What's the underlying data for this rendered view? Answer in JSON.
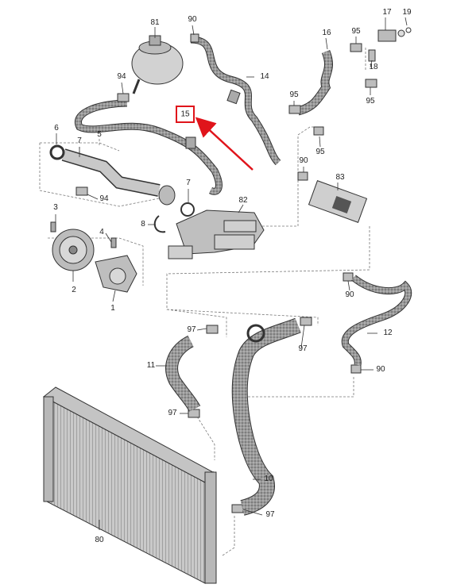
{
  "diagram": {
    "highlight_color": "#e0141b",
    "highlighted_part": "15",
    "parts": [
      {
        "id": "p81",
        "label": "81"
      },
      {
        "id": "p90a",
        "label": "90"
      },
      {
        "id": "p17",
        "label": "17"
      },
      {
        "id": "p19",
        "label": "19"
      },
      {
        "id": "p16",
        "label": "16"
      },
      {
        "id": "p95a",
        "label": "95"
      },
      {
        "id": "p18",
        "label": "18"
      },
      {
        "id": "p95b",
        "label": "95"
      },
      {
        "id": "p94a",
        "label": "94"
      },
      {
        "id": "p14",
        "label": "14"
      },
      {
        "id": "p95c",
        "label": "95"
      },
      {
        "id": "p95d",
        "label": "95"
      },
      {
        "id": "p6",
        "label": "6"
      },
      {
        "id": "p7a",
        "label": "7"
      },
      {
        "id": "p5",
        "label": "5"
      },
      {
        "id": "p90b",
        "label": "90"
      },
      {
        "id": "p83",
        "label": "83"
      },
      {
        "id": "p7b",
        "label": "7"
      },
      {
        "id": "p94b",
        "label": "94"
      },
      {
        "id": "p82",
        "label": "82"
      },
      {
        "id": "p3",
        "label": "3"
      },
      {
        "id": "p8",
        "label": "8"
      },
      {
        "id": "p4",
        "label": "4"
      },
      {
        "id": "p2",
        "label": "2"
      },
      {
        "id": "p1",
        "label": "1"
      },
      {
        "id": "p90c",
        "label": "90"
      },
      {
        "id": "p97a",
        "label": "97"
      },
      {
        "id": "p12",
        "label": "12"
      },
      {
        "id": "p11",
        "label": "11"
      },
      {
        "id": "p90d",
        "label": "90"
      },
      {
        "id": "p97b",
        "label": "97"
      },
      {
        "id": "p97c",
        "label": "97"
      },
      {
        "id": "p10",
        "label": "10"
      },
      {
        "id": "p97d",
        "label": "97"
      },
      {
        "id": "p80",
        "label": "80"
      }
    ]
  }
}
